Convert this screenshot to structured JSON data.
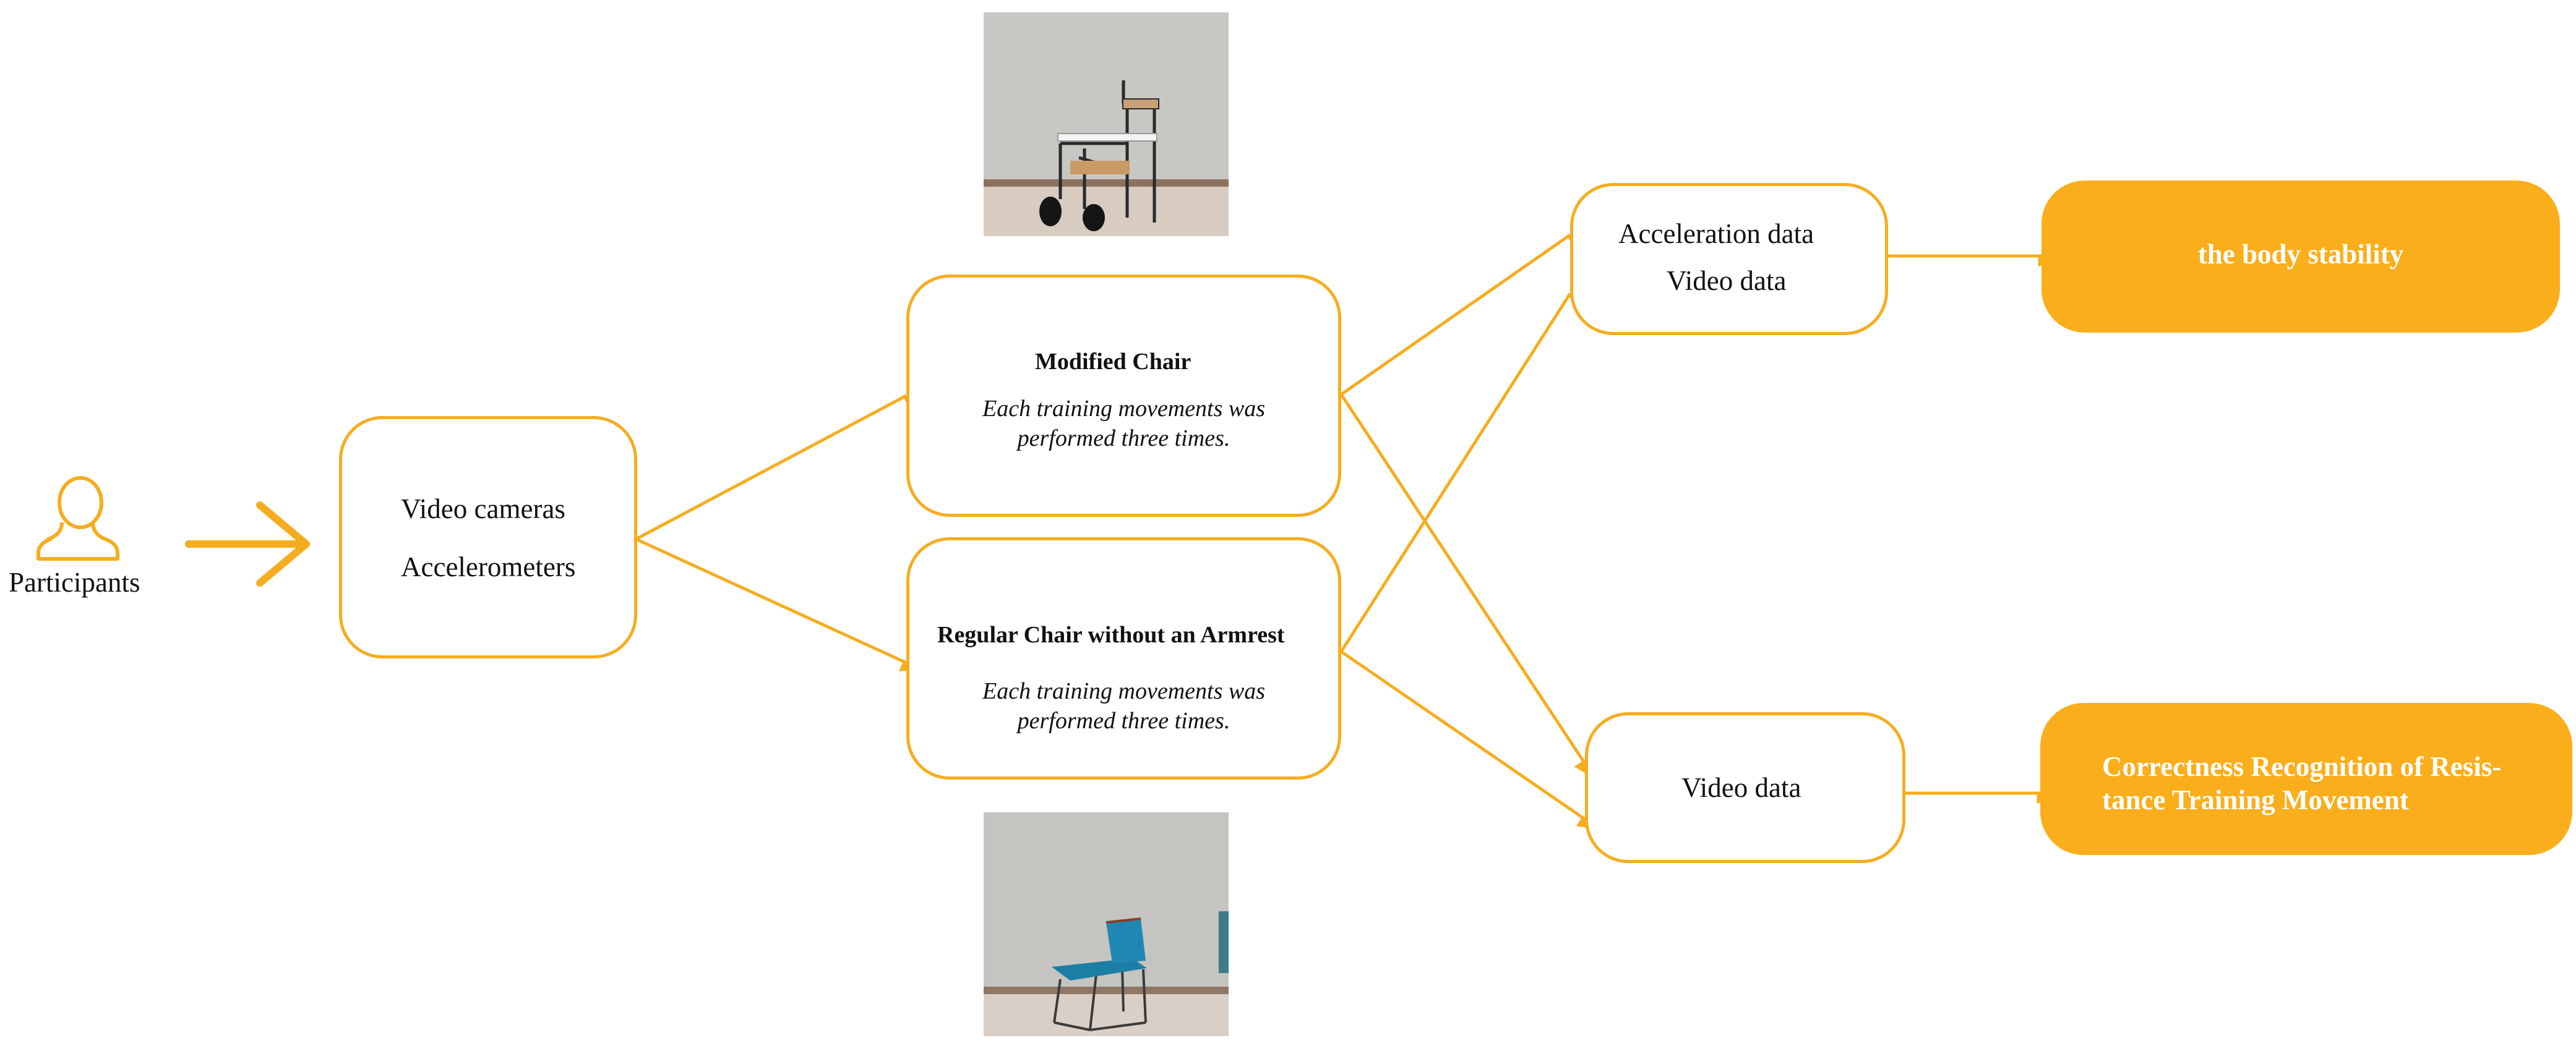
{
  "participants": {
    "label": "Participants",
    "icon": "person-outline-icon"
  },
  "devices": {
    "line1": "Video cameras",
    "line2": "Accelerometers"
  },
  "modified_chair": {
    "title": "Modified Chair",
    "desc_line1": "Each training movements was",
    "desc_line2": "performed three times."
  },
  "regular_chair": {
    "title": "Regular Chair without an Armrest",
    "desc_line1": "Each training movements was",
    "desc_line2": "performed three times."
  },
  "data_top": {
    "line1": "Acceleration data",
    "line2": "Video data"
  },
  "data_bottom": {
    "line1": "Video data"
  },
  "outcome_top": {
    "label": "the body stability"
  },
  "outcome_bottom": {
    "line1": "Correctness Recognition of Resis-",
    "line2": "tance Training Movement"
  },
  "photos": {
    "top": "modified-chair-photo",
    "bottom": "regular-chair-photo"
  },
  "colors": {
    "accent": "#f5ad1f",
    "result_fill": "#fbae1b",
    "text": "#111111"
  }
}
